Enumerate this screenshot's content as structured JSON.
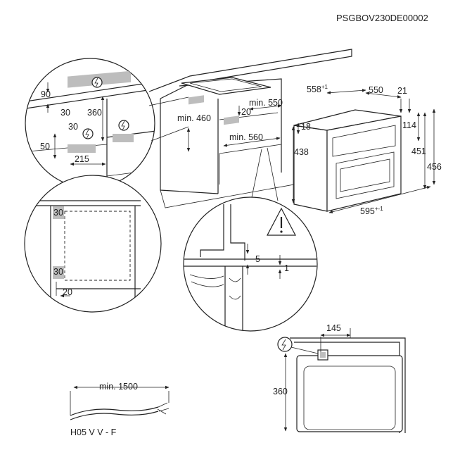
{
  "document_code": "PSGBOV230DE00002",
  "top_left_detail": {
    "dim_90": "90",
    "dim_30_a": "30",
    "dim_360": "360",
    "dim_30_b": "30",
    "dim_50": "50",
    "dim_215": "215"
  },
  "cabinet": {
    "min_460": "min. 460",
    "dim_20": "20",
    "min_550": "min. 550",
    "min_560": "min. 560"
  },
  "oven": {
    "dim_558": "558",
    "dim_558_sup": "+1",
    "dim_550": "550",
    "dim_21": "21",
    "dim_18": "18",
    "dim_114": "114",
    "dim_438": "438",
    "dim_451": "451",
    "dim_456": "456",
    "dim_595": "595",
    "dim_595_sup": "+-1"
  },
  "middle_left_detail": {
    "dim_30_top": "30",
    "dim_30_bottom": "30",
    "dim_20": "20"
  },
  "floor_detail": {
    "dim_5": "5",
    "dim_1": "1"
  },
  "cable": {
    "min_1500": "min. 1500",
    "type": "H05 V V - F"
  },
  "bottom_right": {
    "dim_145": "145",
    "dim_360": "360"
  }
}
